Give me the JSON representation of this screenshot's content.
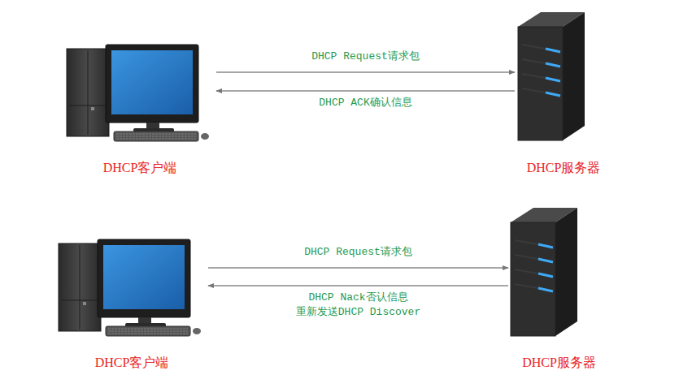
{
  "diagram": {
    "nodes": [
      {
        "text": [
          "DHCP客户端"
        ]
      },
      {
        "text": [
          "DHCP服务器"
        ]
      },
      {
        "text": [
          "DHCP客户端"
        ]
      },
      {
        "text": [
          "DHCP服务器"
        ]
      }
    ],
    "edges": [
      {
        "from": 0,
        "to": 1,
        "arrow": "to",
        "label": "DHCP Request请求包"
      },
      {
        "from": 1,
        "to": 0,
        "arrow": "to",
        "label": "DHCP ACK确认信息"
      },
      {
        "from": 2,
        "to": 3,
        "arrow": "to",
        "label": "DHCP Request请求包"
      },
      {
        "from": 3,
        "to": 2,
        "arrow": "to",
        "label": "DHCP Nack否认信息 重新发送DHCP Discover"
      }
    ]
  }
}
